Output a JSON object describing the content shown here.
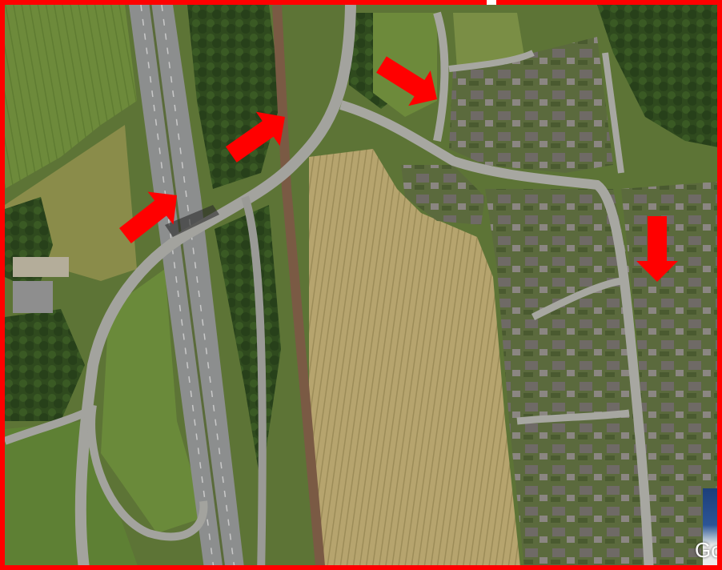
{
  "map": {
    "type": "satellite",
    "logo_text": "Go",
    "border_color": "#ff0000",
    "arrow_color": "#ff0000",
    "annotation_arrows": [
      {
        "id": "arrow-motorway-bridge",
        "direction": "down-right"
      },
      {
        "id": "arrow-overbridge-north",
        "direction": "up-right"
      },
      {
        "id": "arrow-junction-road",
        "direction": "down-right"
      },
      {
        "id": "arrow-housing-street",
        "direction": "down"
      }
    ]
  }
}
